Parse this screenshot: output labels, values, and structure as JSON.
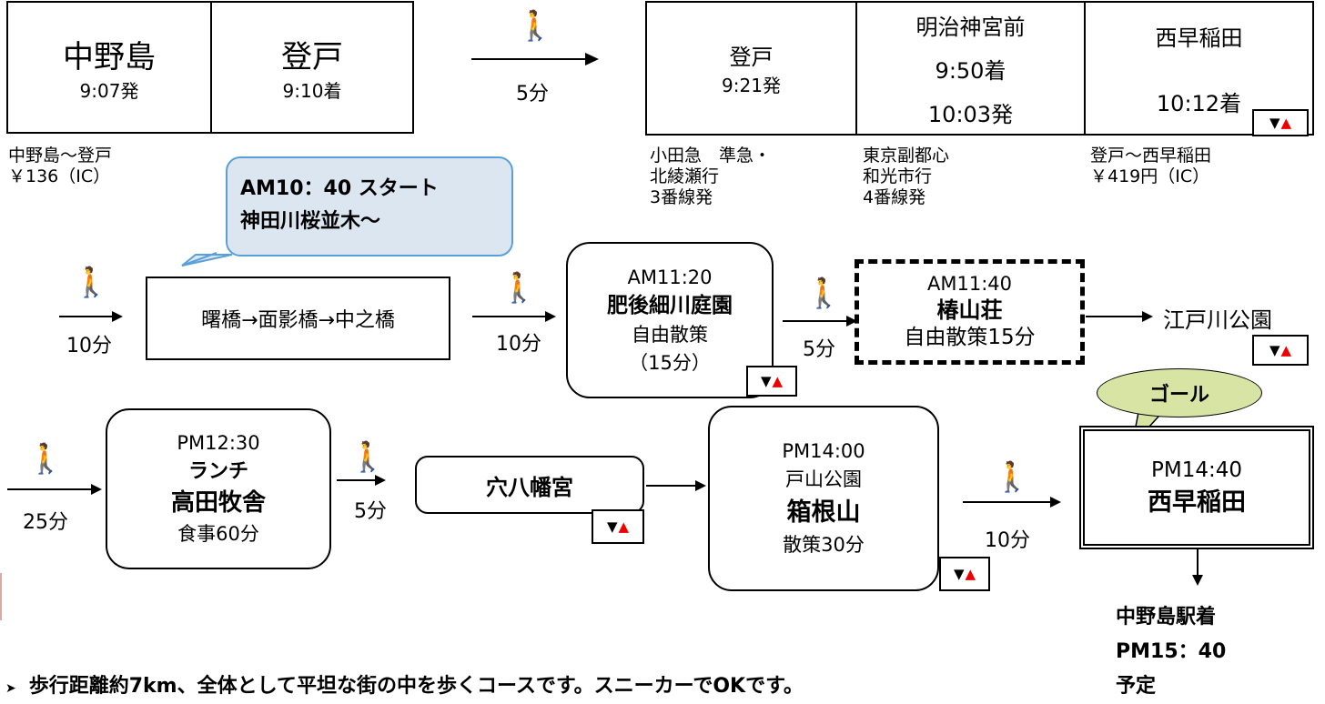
{
  "train": {
    "box1": {
      "station": "中野島",
      "time": "9:07発"
    },
    "box2": {
      "station": "登戸",
      "time": "9:10着"
    },
    "walk": "5分",
    "box3": {
      "station": "登戸",
      "time": "9:21発"
    },
    "box4": {
      "station": "明治神宮前",
      "arr": "9:50着",
      "dep": "10:03発"
    },
    "box5": {
      "station": "西早稲田",
      "arr": "10:12着"
    },
    "fare1": [
      "中野島～登戸",
      "￥136（IC）"
    ],
    "line1": [
      "小田急　準急・",
      "北綾瀬行",
      "3番線発"
    ],
    "line2": [
      "東京副都心",
      "和光市行",
      "4番線発"
    ],
    "fare2": [
      "登戸～西早稲田",
      "￥419円（IC）"
    ]
  },
  "callout_start": [
    "AM10：40 スタート",
    "神田川桜並木～"
  ],
  "row2": {
    "walk1": "10分",
    "bridges": "曙橋→面影橋→中之橋",
    "walk2": "10分",
    "higo": {
      "time": "AM11:20",
      "name": "肥後細川庭園",
      "desc": "自由散策",
      "dur": "（15分）"
    },
    "walk3": "5分",
    "chinzanso": {
      "time": "AM11:40",
      "name": "椿山荘",
      "desc": "自由散策15分"
    },
    "edogawa": "江戸川公園"
  },
  "row3": {
    "walk1": "25分",
    "lunch": {
      "time": "PM12:30",
      "label": "ランチ",
      "name": "高田牧舎",
      "desc": "食事60分"
    },
    "walk2": "5分",
    "anahachiman": "穴八幡宮",
    "hakone": {
      "time": "PM14:00",
      "park": "戸山公園",
      "name": "箱根山",
      "desc": "散策30分"
    },
    "walk3": "10分",
    "goal_callout": "ゴール",
    "goal": {
      "time": "PM14:40",
      "name": "西早稲田"
    }
  },
  "arrival": [
    "中野島駅着",
    "PM15：40",
    "予定"
  ],
  "footnote": "歩行距離約7km、全体として平坦な街の中を歩くコースです。スニーカーでOKです。",
  "icons": {
    "walker": "🚶",
    "toilet_m": "▼",
    "toilet_f": "▲"
  }
}
